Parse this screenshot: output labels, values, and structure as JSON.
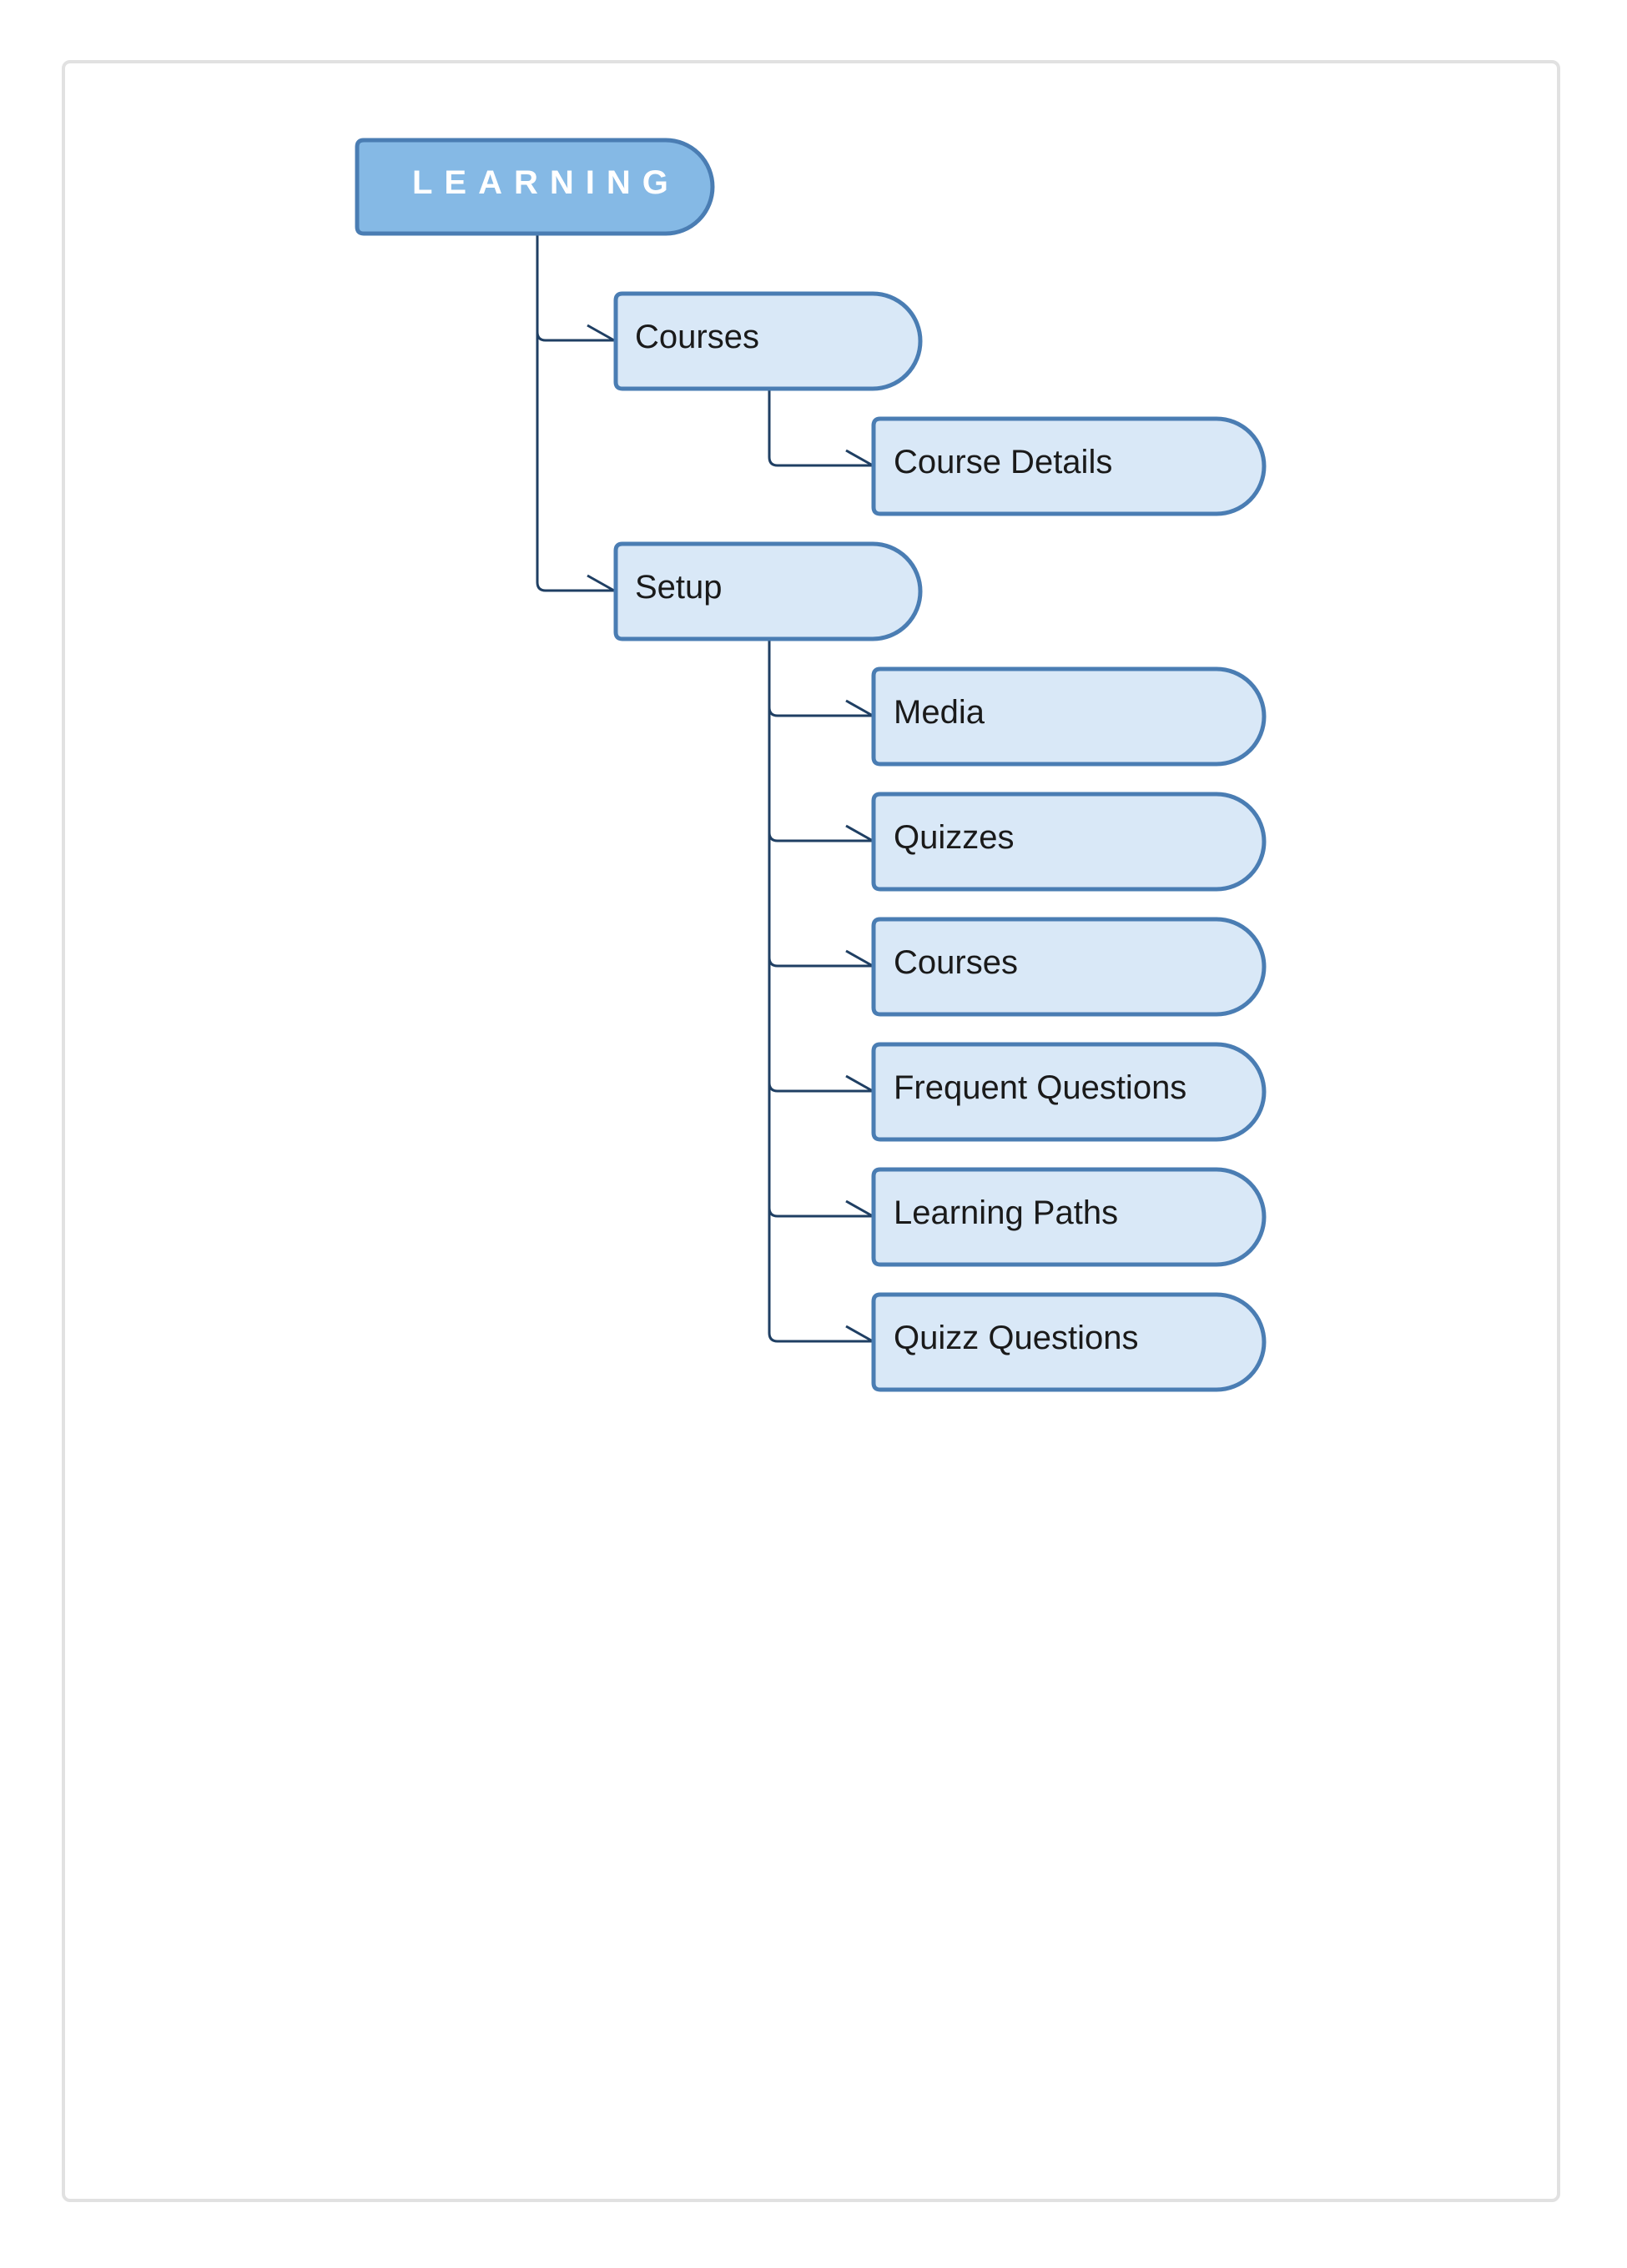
{
  "diagram": {
    "root": {
      "label": "LEARNING"
    },
    "nodes": {
      "courses": "Courses",
      "course_details": "Course Details",
      "setup": "Setup",
      "media": "Media",
      "quizzes": "Quizzes",
      "setup_courses": "Courses",
      "frequent_questions": "Frequent Questions",
      "learning_paths": "Learning Paths",
      "quizz_questions": "Quizz Questions"
    },
    "colors": {
      "root_fill": "#85b9e5",
      "node_fill": "#d9e8f7",
      "node_stroke": "#4a7db3",
      "connector": "#1f3f63",
      "frame_border": "#e1e1e1"
    }
  }
}
